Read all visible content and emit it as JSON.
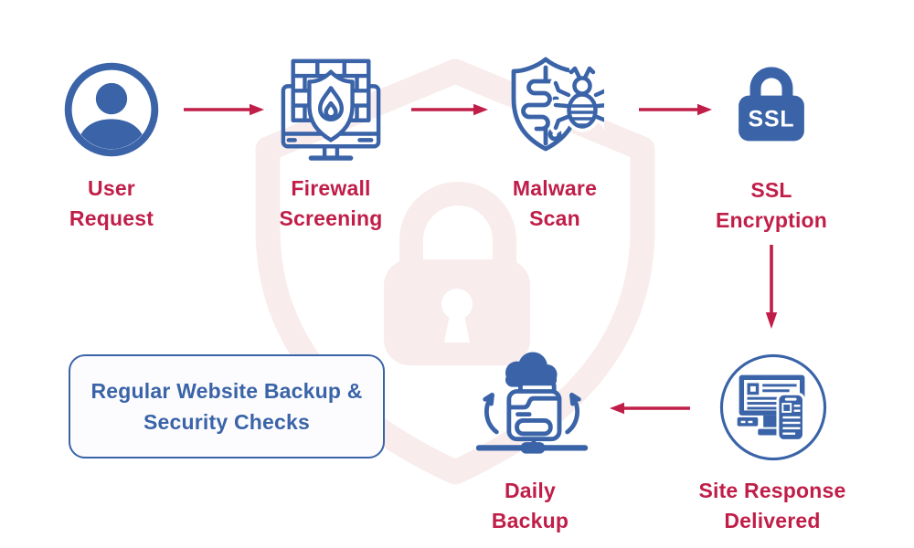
{
  "diagram": {
    "colors": {
      "accent_red": "#C01E48",
      "brand_blue": "#3A63A8",
      "watermark_pink": "#F8ECEC",
      "background": "#FFFFFF"
    },
    "nodes": [
      {
        "id": "user-request",
        "label": "User Request",
        "icon": "user-icon"
      },
      {
        "id": "firewall-screening",
        "label": "Firewall Screening",
        "icon": "firewall-monitor-flame-shield-icon"
      },
      {
        "id": "malware-scan",
        "label": "Malware Scan",
        "icon": "shield-bug-icon"
      },
      {
        "id": "ssl-encryption",
        "label": "SSL Encryption",
        "icon": "ssl-padlock-icon",
        "badge_text": "SSL"
      },
      {
        "id": "site-response-delivered",
        "label": "Site Response Delivered",
        "icon": "monitor-phone-circle-icon"
      },
      {
        "id": "daily-backup",
        "label": "Daily Backup",
        "icon": "cloud-folder-network-icon"
      }
    ],
    "arrows": [
      {
        "from": "user-request",
        "to": "firewall-screening",
        "direction": "right"
      },
      {
        "from": "firewall-screening",
        "to": "malware-scan",
        "direction": "right"
      },
      {
        "from": "malware-scan",
        "to": "ssl-encryption",
        "direction": "right"
      },
      {
        "from": "ssl-encryption",
        "to": "site-response-delivered",
        "direction": "down"
      },
      {
        "from": "site-response-delivered",
        "to": "daily-backup",
        "direction": "left"
      }
    ],
    "callout": {
      "label": "Regular Website Backup & Security Checks"
    },
    "watermark": {
      "icon": "shield-padlock-watermark"
    }
  }
}
